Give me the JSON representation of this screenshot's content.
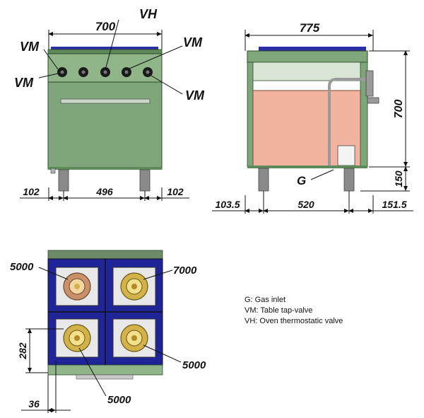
{
  "front_view": {
    "width_label": "700",
    "labels": {
      "vh": "VH",
      "vm_top_left": "VM",
      "vm_left": "VM",
      "vm_top_right": "VM",
      "vm_right": "VM"
    },
    "bottom_dims": [
      "102",
      "496",
      "102"
    ]
  },
  "side_view": {
    "depth_label": "775",
    "height_label": "700",
    "leg_label": "150",
    "gas_label": "G",
    "bottom_dims": [
      "103.5",
      "520",
      "151.5"
    ]
  },
  "top_view": {
    "burner_powers": {
      "top_left": "5000",
      "top_right": "7000",
      "bottom_left": "5000",
      "bottom_right": "5000"
    },
    "side_dim": "282",
    "bottom_dim": "36"
  },
  "legend": [
    "G: Gas inlet",
    "VM: Table tap-valve",
    "VH: Oven thermostatic valve"
  ],
  "colors": {
    "body_green": "#7fa57a",
    "panel_green": "#8fb588",
    "oven_pink": "#f2b3a0",
    "burner_blue": "#2a2fa8",
    "brass": "#d4b24a"
  }
}
